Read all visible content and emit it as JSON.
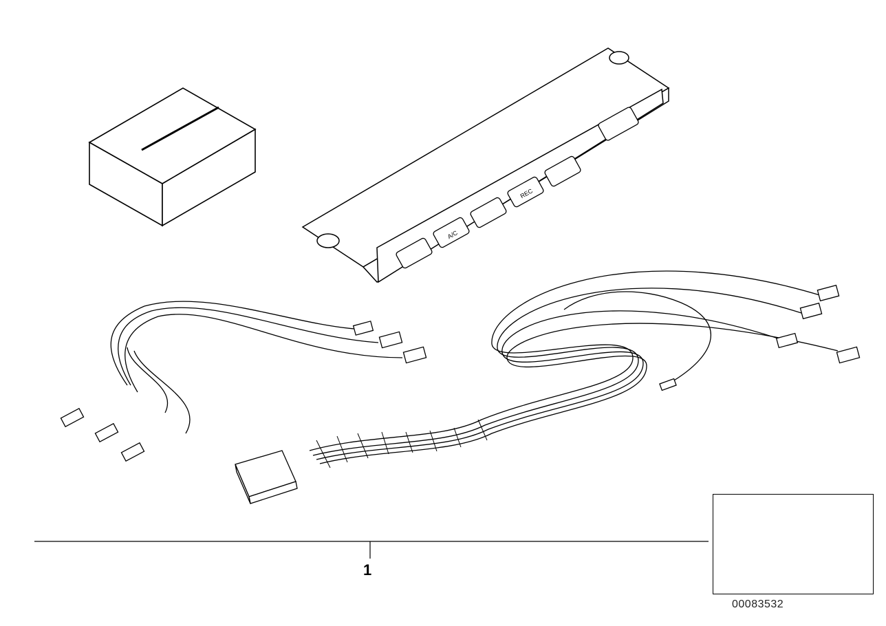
{
  "diagram": {
    "callout_label": "1",
    "drawing_code": "00083532"
  },
  "parts": {
    "box": {
      "icon": "cardboard-box-icon"
    },
    "switch_panel": {
      "icon": "switch-panel-icon",
      "button_labels": [
        "A/C",
        "REC"
      ]
    },
    "harness_left": {
      "icon": "wire-harness-icon"
    },
    "harness_right": {
      "icon": "wire-harness-icon"
    },
    "car_thumbnail": {
      "icon": "car-outline-icon"
    }
  }
}
